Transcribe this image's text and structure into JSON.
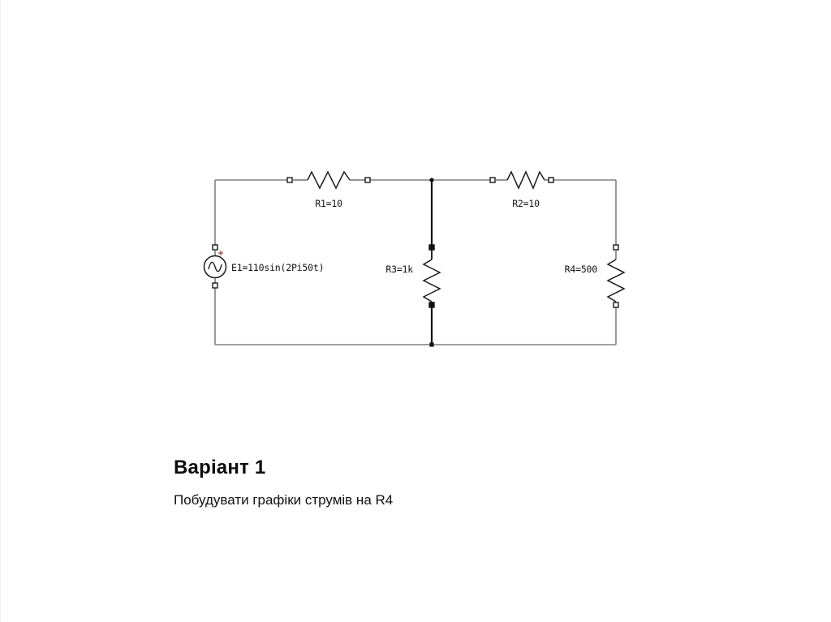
{
  "slide": {
    "background_color": "#ffffff",
    "variant_title": "Варіант 1",
    "task_text": "Побудувати графіки струмів на R4"
  },
  "circuit": {
    "title": "AC circuit schematic",
    "wire_color": "#808080",
    "highlight_color": "#111111",
    "components": [
      {
        "id": "E1",
        "type": "ac-voltage-source",
        "label": "E1=110sin(2Pi50t)",
        "polarity_marker": "+",
        "symbol": "sine-source",
        "position": "left-branch"
      },
      {
        "id": "R1",
        "type": "resistor",
        "label": "R1=10",
        "value": "10",
        "orientation": "horizontal",
        "position": "top-left"
      },
      {
        "id": "R2",
        "type": "resistor",
        "label": "R2=10",
        "value": "10",
        "orientation": "horizontal",
        "position": "top-right"
      },
      {
        "id": "R3",
        "type": "resistor",
        "label": "R3=1k",
        "value": "1k",
        "orientation": "vertical",
        "position": "middle-branch"
      },
      {
        "id": "R4",
        "type": "resistor",
        "label": "R4=500",
        "value": "500",
        "orientation": "vertical",
        "position": "right-branch"
      }
    ],
    "nodes": [
      {
        "name": "top-middle-junction"
      },
      {
        "name": "bottom-middle-junction"
      }
    ]
  }
}
